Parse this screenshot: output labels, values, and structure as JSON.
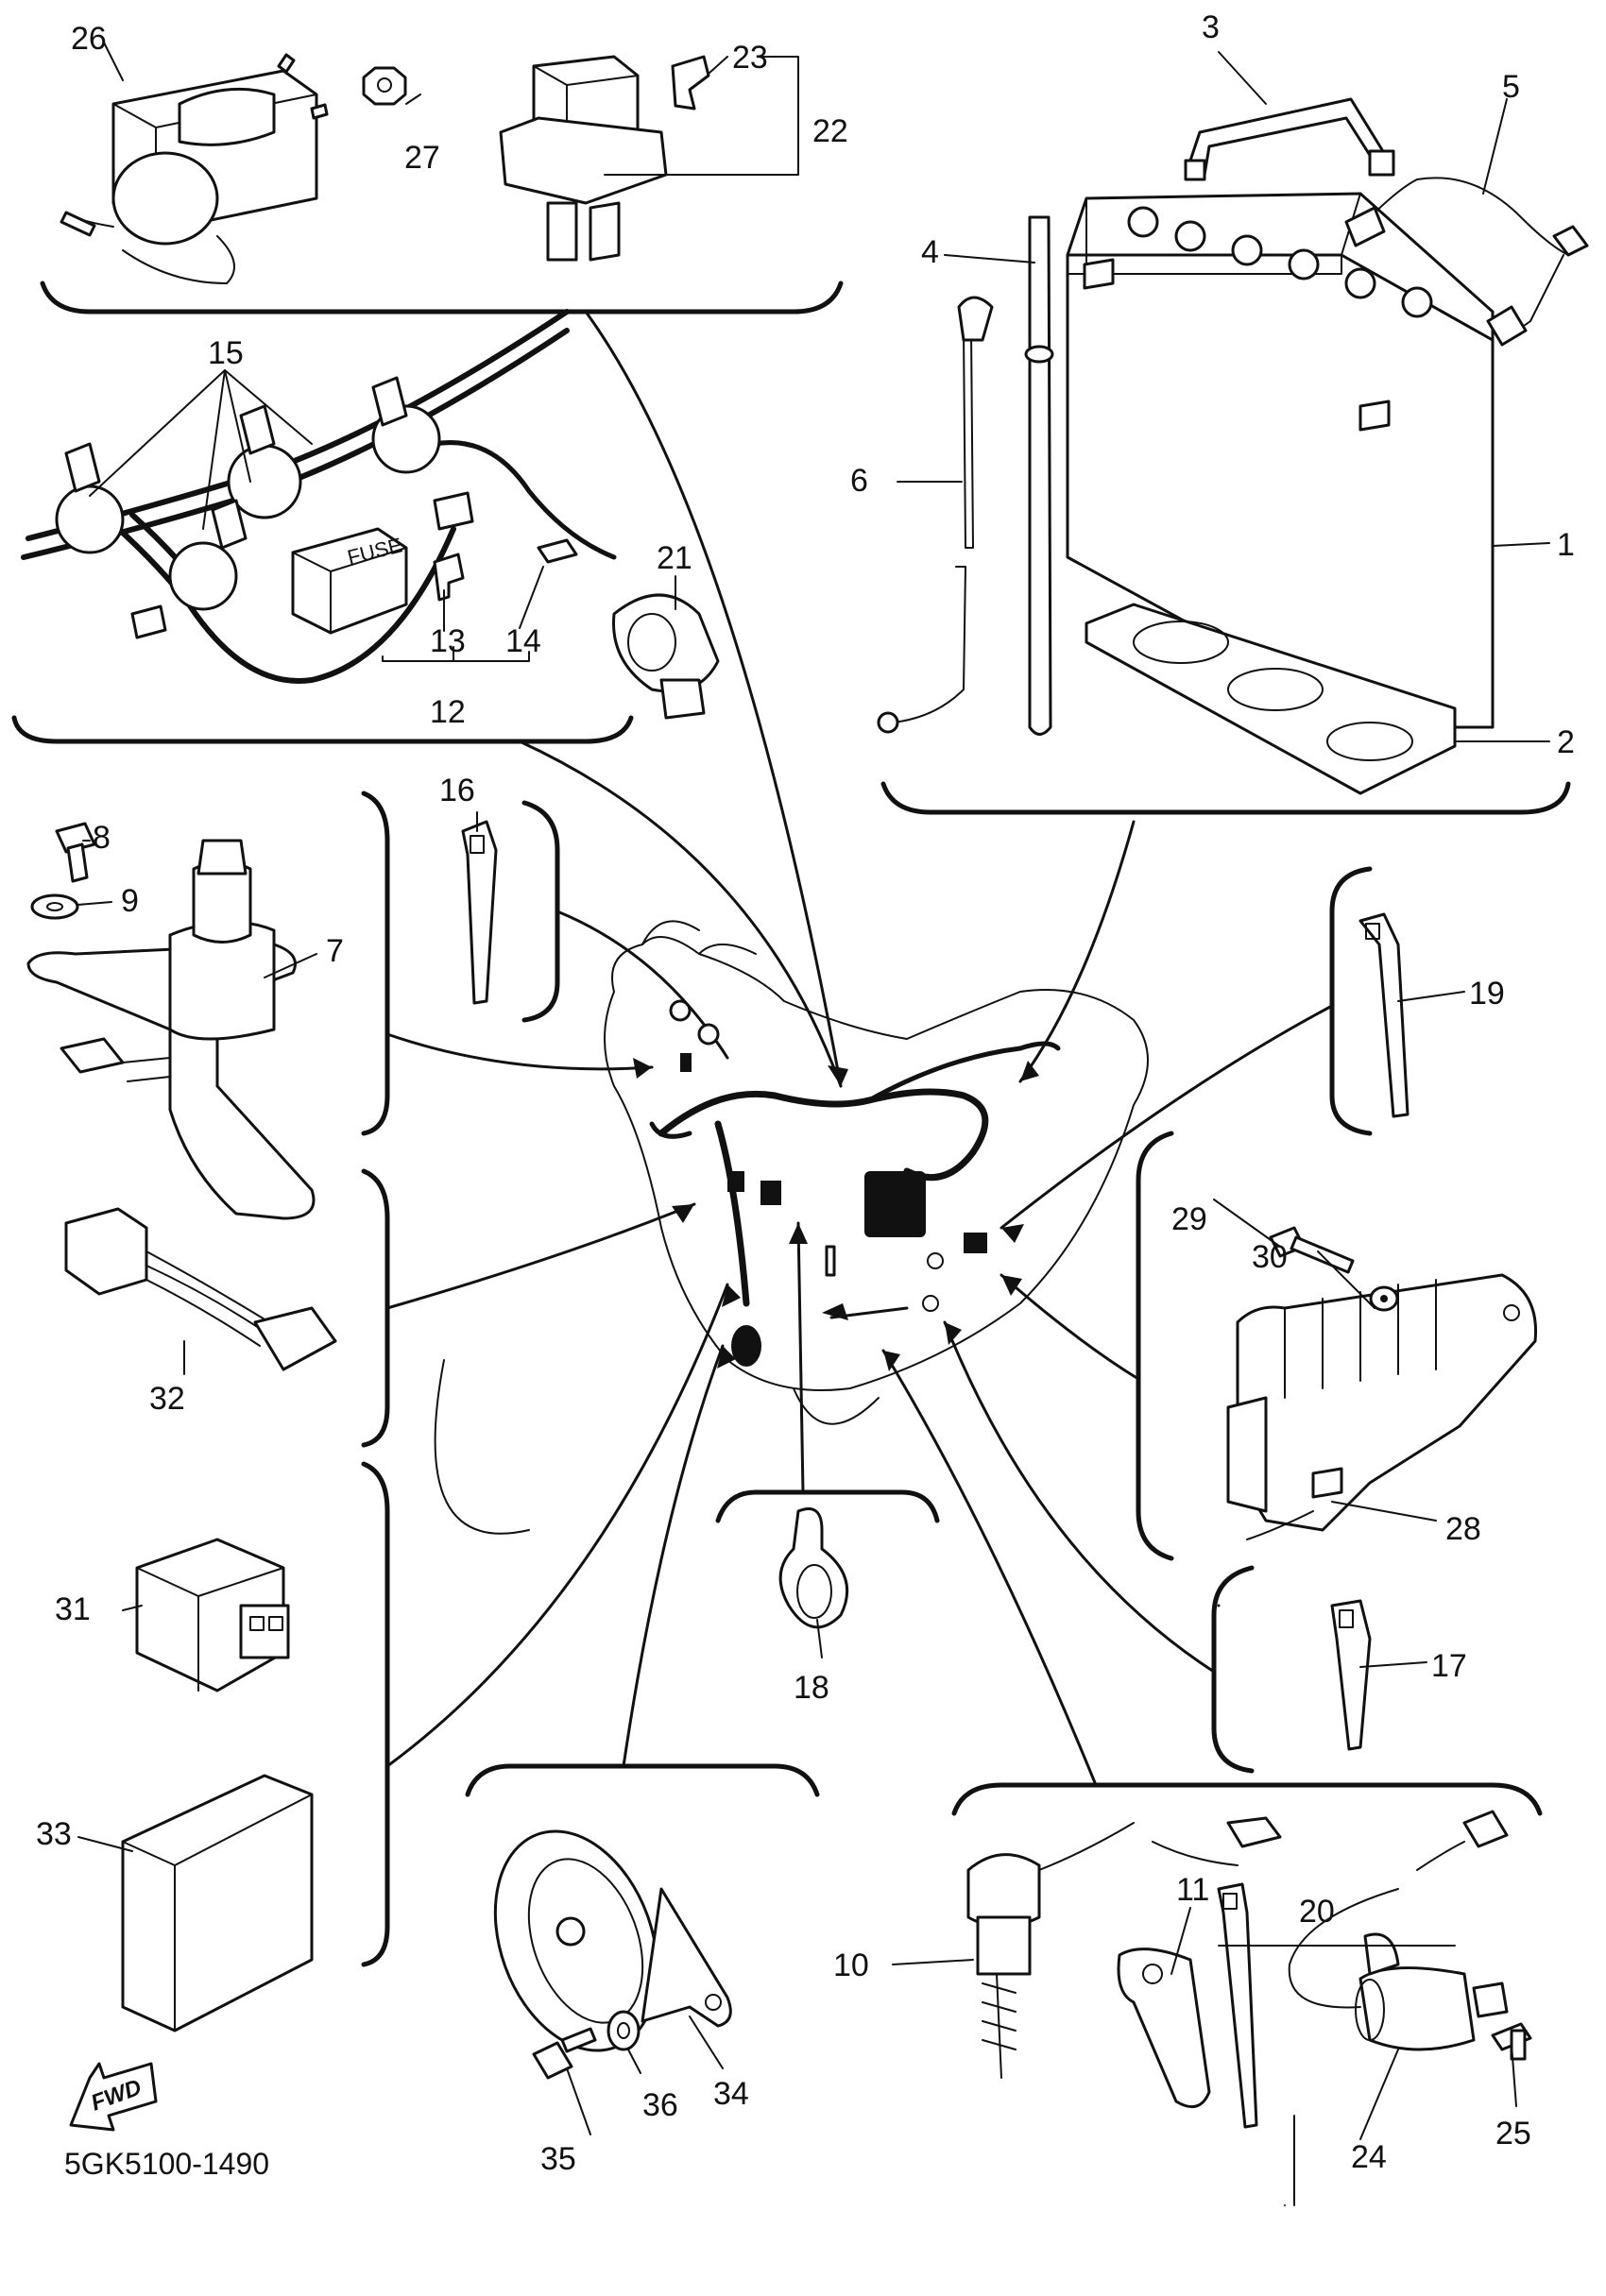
{
  "diagram": {
    "code": "5GK5100-1490",
    "fwd_label": "FWD",
    "callouts": [
      "1",
      "2",
      "3",
      "4",
      "5",
      "6",
      "7",
      "8",
      "9",
      "10",
      "11",
      "12",
      "13",
      "14",
      "15",
      "16",
      "17",
      "18",
      "19",
      "20",
      "21",
      "22",
      "23",
      "24",
      "25",
      "26",
      "27",
      "28",
      "29",
      "30",
      "31",
      "32",
      "33",
      "34",
      "35",
      "36"
    ],
    "fuse_label": "FUSE"
  }
}
